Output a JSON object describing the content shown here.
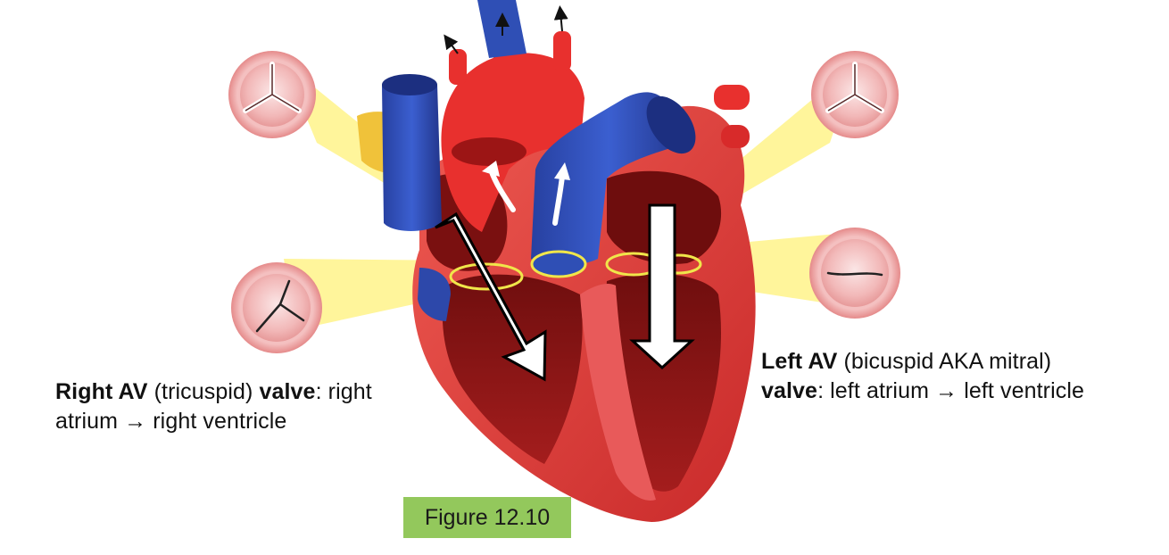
{
  "captions": {
    "right_av": {
      "name": "Right AV",
      "type": "(tricuspid)",
      "word": "valve",
      "line1_rest": ": right",
      "line2": "atrium → right ventricle"
    },
    "left_av": {
      "name": "Left AV",
      "type": "(bicuspid AKA mitral)",
      "word": "valve",
      "line2_rest": ": left atrium → left ventricle"
    }
  },
  "figure_label": "Figure 12.10",
  "colors": {
    "label_bg": "#93c85c",
    "spotlight": "#fff27a",
    "artery": "#e8302e",
    "vein": "#2f4fb5",
    "myocardium": "#e04848",
    "chamber": "#8e1616",
    "valve_ring": "#f0e64a"
  },
  "icons": {
    "valve_tricuspid_closed": "trileaflet-valve-icon",
    "valve_tricuspid_open": "open-tricuspid-valve-icon",
    "valve_bicuspid_open": "open-bicuspid-valve-icon",
    "flow_arrow": "arrow-icon"
  }
}
